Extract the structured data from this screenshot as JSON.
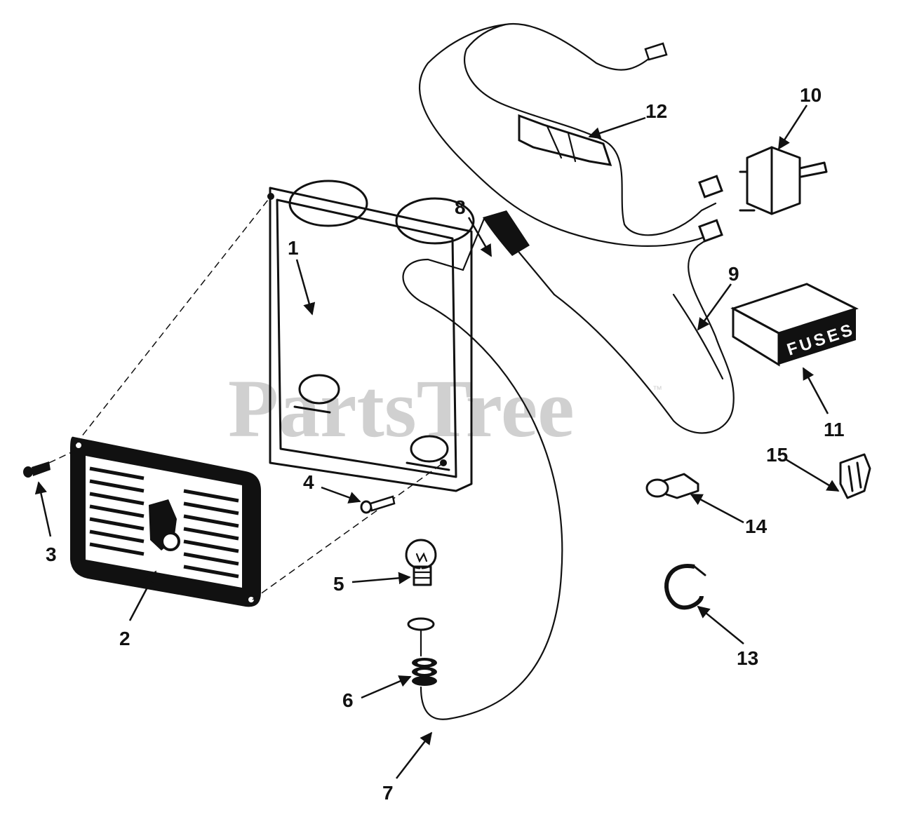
{
  "watermark": {
    "text": "PartsTree",
    "mark": "™"
  },
  "callouts": [
    {
      "id": "1",
      "label": "1"
    },
    {
      "id": "2",
      "label": "2"
    },
    {
      "id": "3",
      "label": "3"
    },
    {
      "id": "4",
      "label": "4"
    },
    {
      "id": "5",
      "label": "5"
    },
    {
      "id": "6",
      "label": "6"
    },
    {
      "id": "7",
      "label": "7"
    },
    {
      "id": "8",
      "label": "8"
    },
    {
      "id": "9",
      "label": "9"
    },
    {
      "id": "10",
      "label": "10"
    },
    {
      "id": "11",
      "label": "11"
    },
    {
      "id": "12",
      "label": "12"
    },
    {
      "id": "13",
      "label": "13"
    },
    {
      "id": "14",
      "label": "14"
    },
    {
      "id": "15",
      "label": "15"
    }
  ],
  "fuse_box": {
    "label": "FUSES"
  },
  "colors": {
    "ink": "#111111",
    "watermark": "#d0d0d0",
    "background": "#ffffff"
  }
}
